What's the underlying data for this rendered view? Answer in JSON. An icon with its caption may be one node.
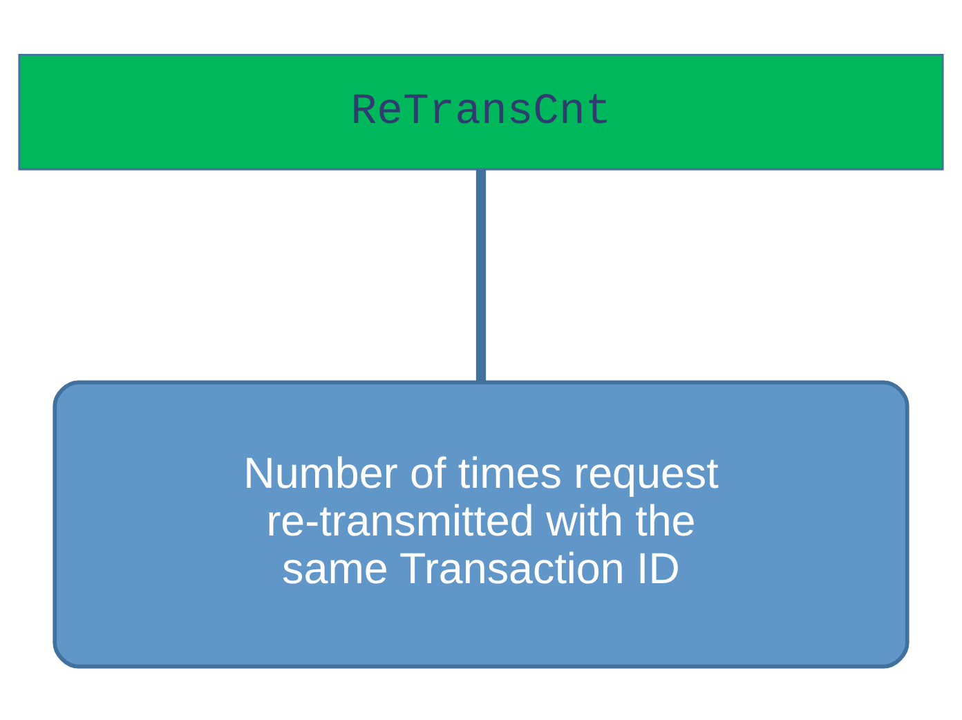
{
  "diagram": {
    "nodes": [
      {
        "text": [
          "ReTransCnt"
        ]
      },
      {
        "text": [
          "Number of times request re-transmitted with the same Transaction ID"
        ]
      }
    ],
    "edges": [
      {
        "from": 1,
        "to": 0,
        "arrow": "none"
      }
    ]
  }
}
